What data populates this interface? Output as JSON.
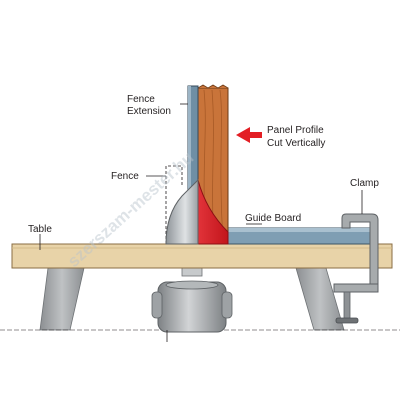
{
  "labels": {
    "fence_extension_line1": "Fence",
    "fence_extension_line2": "Extension",
    "panel_profile_line1": "Panel Profile",
    "panel_profile_line2": "Cut Vertically",
    "fence": "Fence",
    "clamp": "Clamp",
    "guide_board": "Guide Board",
    "table": "Table"
  },
  "watermark": "szerszam-mester.hu",
  "colors": {
    "table_wood": "#e8d3a8",
    "panel_wood": "#c9743a",
    "fence_blue": "#6f8fa5",
    "guide_board": "#7f9eb3",
    "bit_red": "#e31e24",
    "leg_gray": "#a3a6a9",
    "arrow_red": "#e31e24"
  }
}
